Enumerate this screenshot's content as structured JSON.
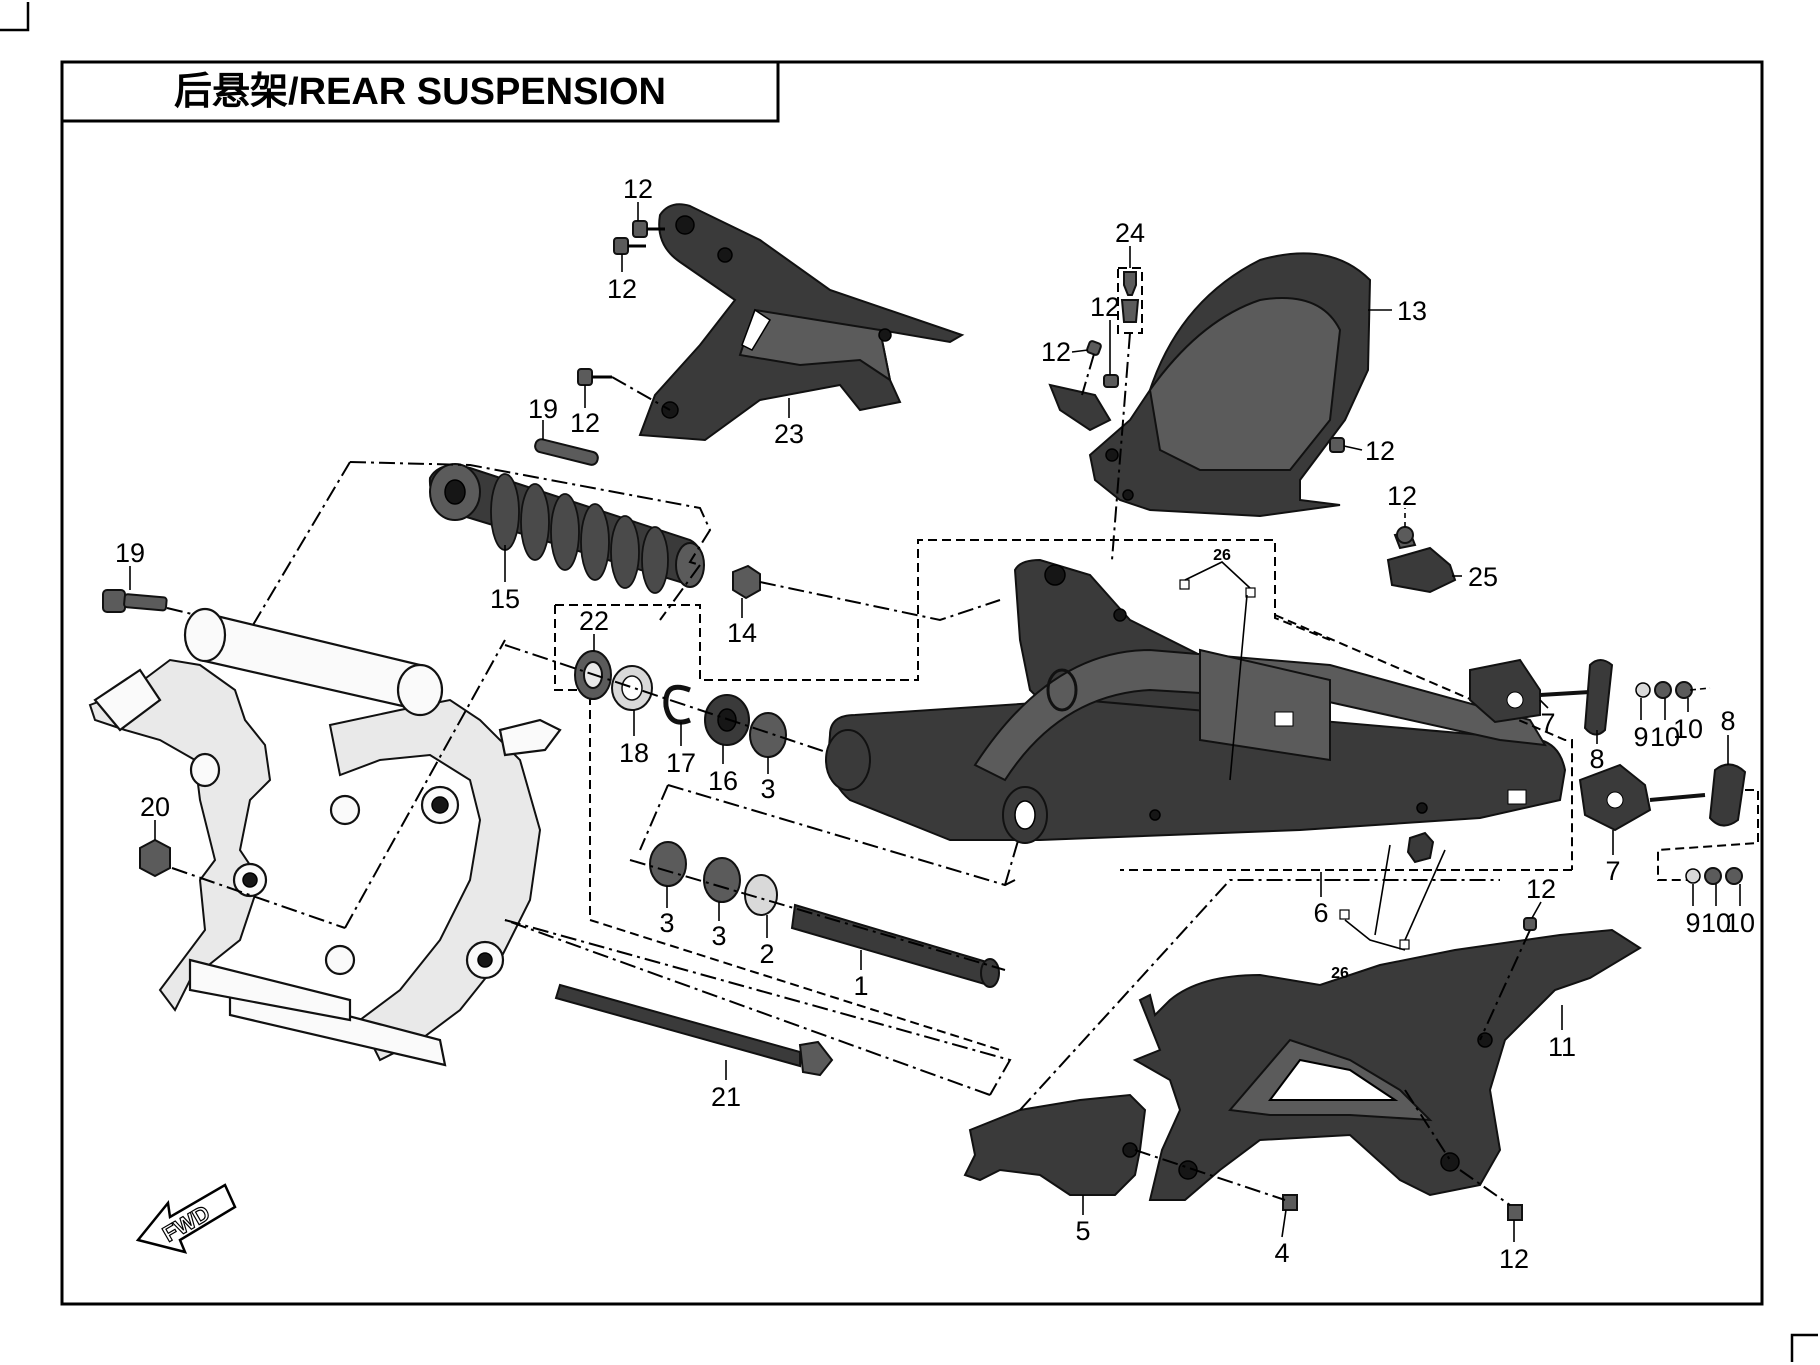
{
  "title": "后悬架/REAR SUSPENSION",
  "fwd_label": "FWD",
  "callouts": [
    {
      "id": "c12a",
      "label": "12"
    },
    {
      "id": "c12b",
      "label": "12"
    },
    {
      "id": "c12c",
      "label": "12"
    },
    {
      "id": "c23",
      "label": "23"
    },
    {
      "id": "c19a",
      "label": "19"
    },
    {
      "id": "c19b",
      "label": "19"
    },
    {
      "id": "c15",
      "label": "15"
    },
    {
      "id": "c14",
      "label": "14"
    },
    {
      "id": "c22",
      "label": "22"
    },
    {
      "id": "c18",
      "label": "18"
    },
    {
      "id": "c17",
      "label": "17"
    },
    {
      "id": "c16",
      "label": "16"
    },
    {
      "id": "c3a",
      "label": "3"
    },
    {
      "id": "c3b",
      "label": "3"
    },
    {
      "id": "c3c",
      "label": "3"
    },
    {
      "id": "c2",
      "label": "2"
    },
    {
      "id": "c1",
      "label": "1"
    },
    {
      "id": "c21",
      "label": "21"
    },
    {
      "id": "c20",
      "label": "20"
    },
    {
      "id": "c24",
      "label": "24"
    },
    {
      "id": "c12d",
      "label": "12"
    },
    {
      "id": "c12e",
      "label": "12"
    },
    {
      "id": "c13",
      "label": "13"
    },
    {
      "id": "c12f",
      "label": "12"
    },
    {
      "id": "c12g",
      "label": "12"
    },
    {
      "id": "c25",
      "label": "25"
    },
    {
      "id": "c26a",
      "label": "26"
    },
    {
      "id": "c26b",
      "label": "26"
    },
    {
      "id": "c6",
      "label": "6"
    },
    {
      "id": "c7a",
      "label": "7"
    },
    {
      "id": "c7b",
      "label": "7"
    },
    {
      "id": "c8a",
      "label": "8"
    },
    {
      "id": "c8b",
      "label": "8"
    },
    {
      "id": "c9a",
      "label": "9"
    },
    {
      "id": "c9b",
      "label": "9"
    },
    {
      "id": "c10a",
      "label": "10"
    },
    {
      "id": "c10b",
      "label": "10"
    },
    {
      "id": "c10c",
      "label": "10"
    },
    {
      "id": "c10d",
      "label": "10"
    },
    {
      "id": "c12h",
      "label": "12"
    },
    {
      "id": "c11",
      "label": "11"
    },
    {
      "id": "c5",
      "label": "5"
    },
    {
      "id": "c4",
      "label": "4"
    },
    {
      "id": "c12i",
      "label": "12"
    }
  ]
}
